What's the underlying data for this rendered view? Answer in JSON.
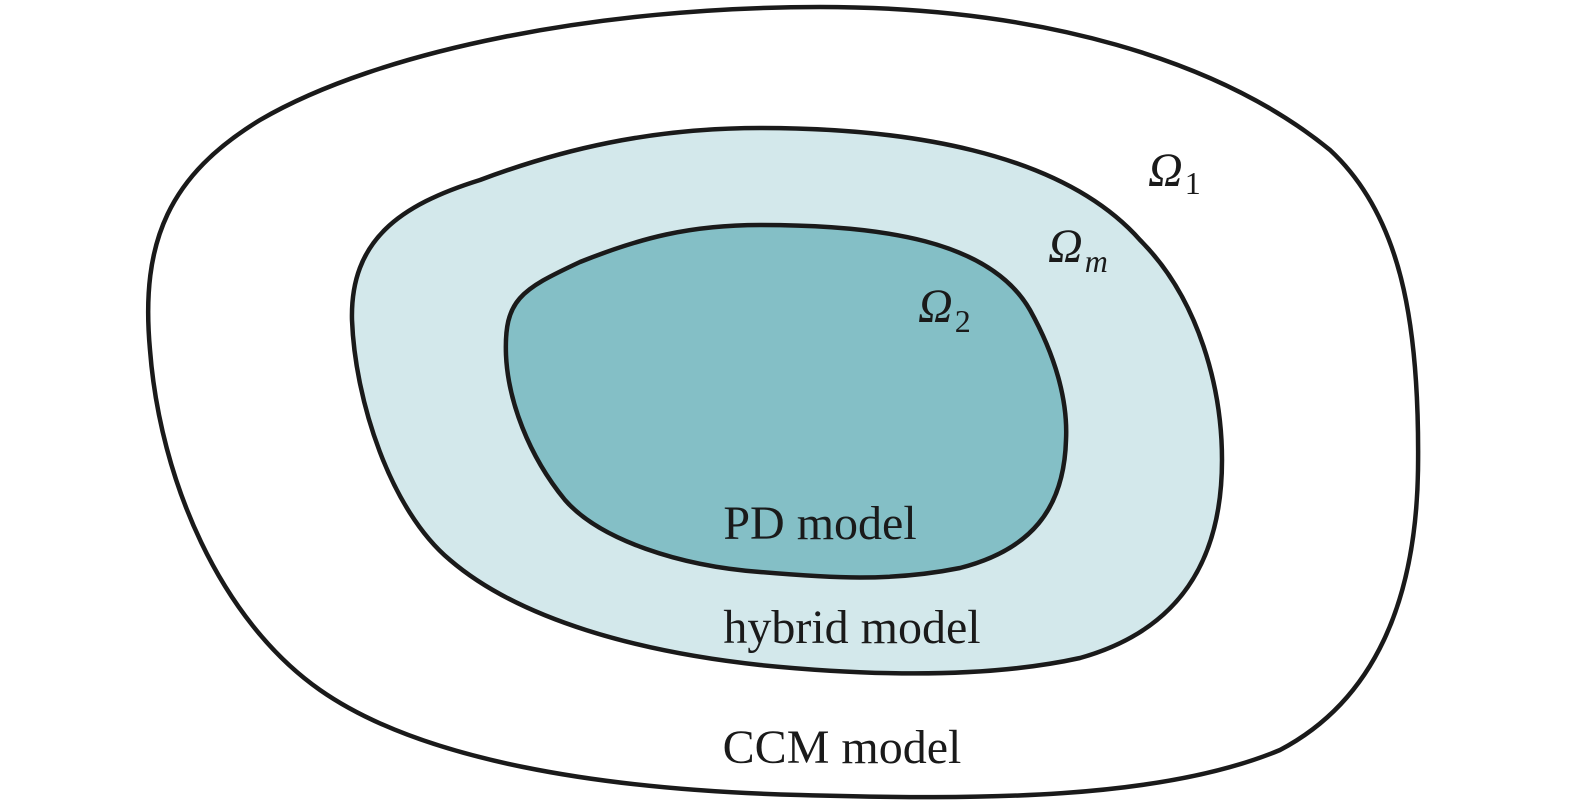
{
  "diagram": {
    "colors": {
      "outline": "#1a1a1a",
      "outer_fill": "#ffffff",
      "middle_fill": "#d3e8eb",
      "inner_fill": "#84bfc6"
    },
    "regions": {
      "outer": {
        "label": "CCM model",
        "symbol": "Ω",
        "subscript": "1"
      },
      "middle": {
        "label": "hybrid model",
        "symbol": "Ω",
        "subscript": "m"
      },
      "inner": {
        "label": "PD model",
        "symbol": "Ω",
        "subscript": "2"
      }
    }
  }
}
